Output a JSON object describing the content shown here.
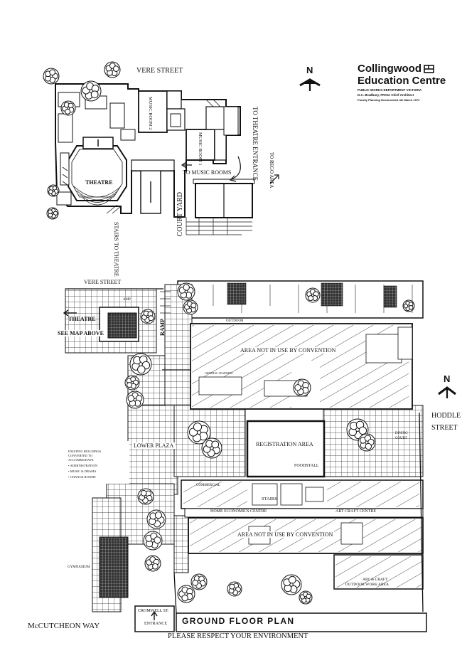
{
  "brand": {
    "name_line1": "Collingwood",
    "name_line2": "Education  Centre",
    "dept_line": "PUBLIC  WORKS   DEPARTMENT   VICTORIA",
    "architect_line": "D.C. Bradbury,   FRAIA    Chief    Architect",
    "credit_line": "Faculty  Planning  Documented  4th  March  1972"
  },
  "north_labels": {
    "top": "N",
    "right": "N"
  },
  "upper_plan": {
    "street": "VERE STREET",
    "theatre": "THEATRE",
    "music_room_2": "MUSIC ROOM 2",
    "music_room_1": "MUSIC ROOM 1",
    "theatre_entrance": "TO THEATRE ENTRANCE",
    "to_rego": "TO REGO AREA",
    "to_music_rooms": "TO MUSIC ROOMS",
    "court_yard": "COURT YARD",
    "stairs": "STAIRS TO THEATRE",
    "amp": "AMP"
  },
  "lower_plan": {
    "street": "VERE STREET",
    "theatre": "THEATRE",
    "see_map": "SEE MAP ABOVE",
    "ramp": "RAMP",
    "outdoor": "OUTDOOR",
    "area_not_in_use_1": "AREA NOT IN USE BY CONVENTION",
    "general_learning": "GENERAL LEARNING",
    "registration": "REGISTRATION AREA",
    "foodstall": "FOODSTALL",
    "lower_plaza": "LOWER PLAZA",
    "existing_buildings": [
      "EXISTING BUILDINGS",
      "CONVERTED TO",
      "ACCOMMODATE:",
      "• ADMINISTRATION",
      "• MUSIC & DRAMA",
      "• CHANGE ROOMS"
    ],
    "commercial": "COMMERCIAL",
    "stairs": "STAIRS",
    "home_economics": "HOME   ECONOMICS   CENTRE",
    "art_craft": "ART   CRAFT   CENTRE",
    "area_not_in_use_2": "AREA NOT IN USE BY CONVENTION",
    "dining_court": "DINING COURT",
    "gymnasium": "GYMNASIUM",
    "art_craft_outdoor": [
      "ART & CRAFT",
      "OUTDOOR WORK AREA"
    ],
    "cromwell": [
      "CROMWELL ST.",
      "ENTRANCE"
    ],
    "title": "GROUND FLOOR PLAN",
    "mccutcheon": "McCUTCHEON  WAY",
    "hoddle": [
      "HODDLE",
      "STREET"
    ],
    "footer": "PLEASE RESPECT YOUR ENVIRONMENT"
  }
}
